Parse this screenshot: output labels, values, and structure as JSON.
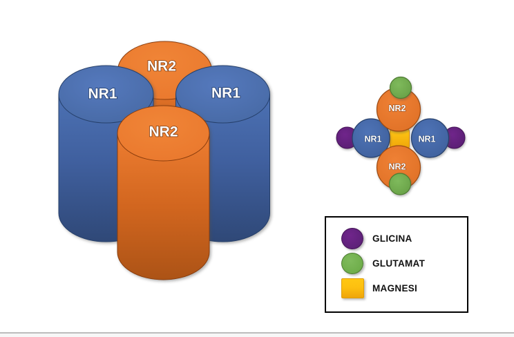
{
  "figure": {
    "receptor_3d": {
      "back_label": "NR2",
      "left_label": "NR1",
      "right_label": "NR1",
      "front_label": "NR2"
    },
    "schematic": {
      "top_label": "NR2",
      "left_label": "NR1",
      "right_label": "NR1",
      "bottom_label": "NR2"
    }
  },
  "legend": {
    "items": [
      {
        "label": "GLICINA",
        "shape": "circle",
        "color": "#5E2179"
      },
      {
        "label": "GLUTAMAT",
        "shape": "circle",
        "color": "#6FAE4B"
      },
      {
        "label": "MAGNESI",
        "shape": "square",
        "color": "#FDC010"
      }
    ]
  },
  "colors": {
    "nr1_blue": "#4470B4",
    "nr1_blue_dark": "#2F4877",
    "nr2_orange": "#ED7D31",
    "nr2_orange_dark": "#AC5316",
    "glycine_purple": "#5E2179",
    "glutamate_green": "#6FAE4B",
    "magnesium_yellow": "#FDC010"
  }
}
